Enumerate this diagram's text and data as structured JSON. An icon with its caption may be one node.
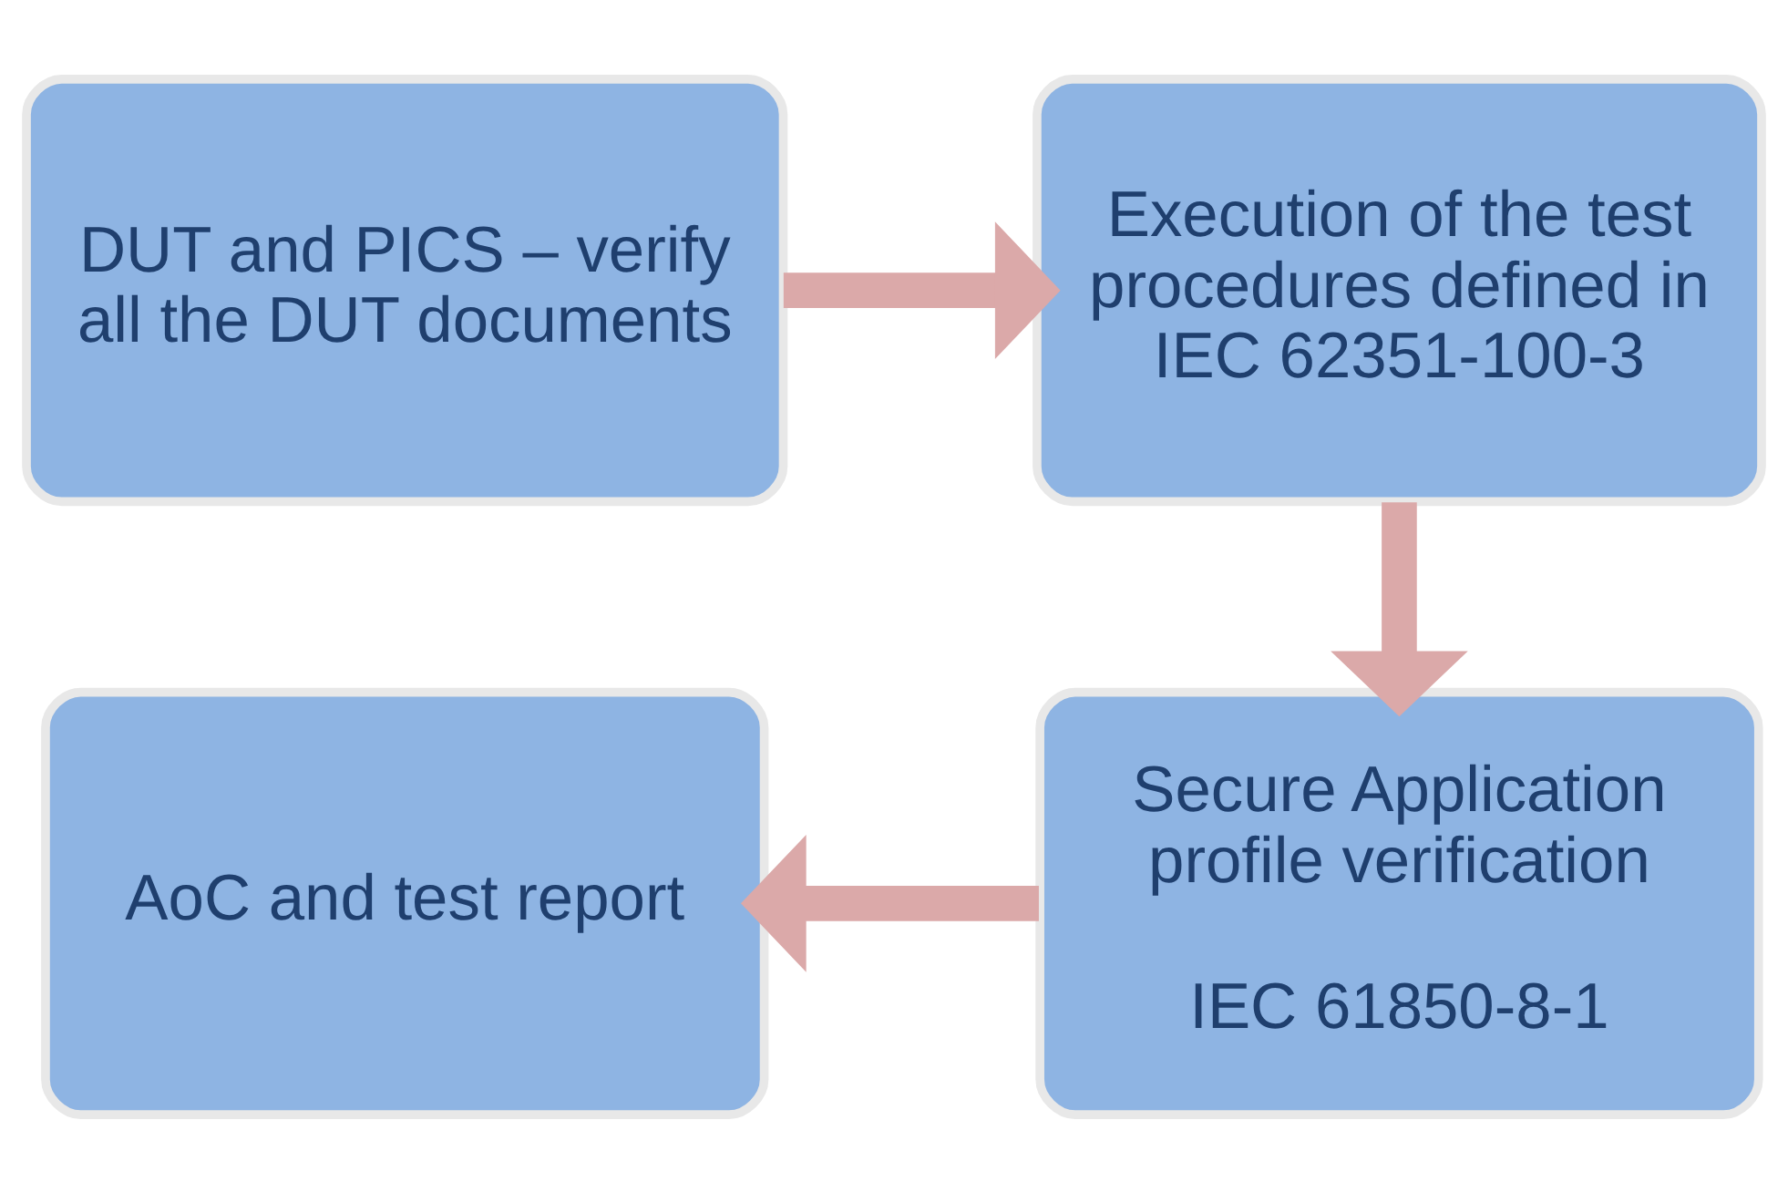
{
  "diagram": {
    "nodes": [
      {
        "text": [
          "DUT and PICS – verify all the DUT documents"
        ]
      },
      {
        "text": [
          "Execution of the test procedures defined in IEC 62351-100-3"
        ]
      },
      {
        "text": [
          "Secure Application profile verification",
          "IEC 61850-8-1"
        ]
      },
      {
        "text": [
          "AoC and test report"
        ]
      }
    ],
    "edges": [
      {
        "from": 0,
        "to": 1,
        "arrow": "to"
      },
      {
        "from": 1,
        "to": 2,
        "arrow": "to"
      },
      {
        "from": 2,
        "to": 3,
        "arrow": "to"
      }
    ]
  }
}
